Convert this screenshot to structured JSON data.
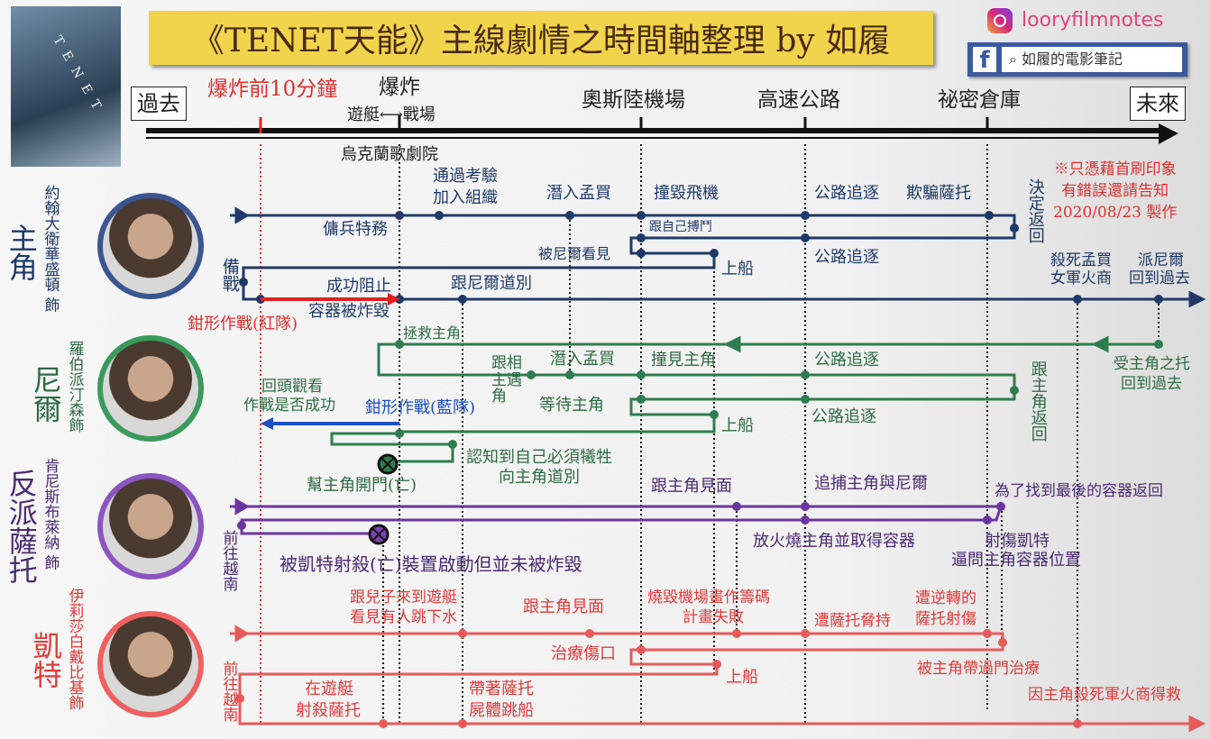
{
  "title": "《TENET天能》主線劇情之時間軸整理  by 如履",
  "poster_text": "TENET",
  "social": {
    "instagram": "looryfilmnotes",
    "facebook_search": "如履的電影筆記"
  },
  "note": [
    "※只憑藉首刷印象",
    "有錯誤還請告知",
    "2020/08/23 製作"
  ],
  "timeline": {
    "past": "過去",
    "future": "未來",
    "before10": "爆炸前10分鐘",
    "explosion": "爆炸",
    "yacht_battle": "遊艇⟷戰場",
    "opera": "烏克蘭歌劇院",
    "oslo": "奧斯陸機場",
    "highway": "高速公路",
    "warehouse": "祕密倉庫"
  },
  "colors": {
    "protagonist": "#1f3a68",
    "neil": "#2e7d4f",
    "sator": "#5b2d8e",
    "kat": "#e85a5a"
  },
  "characters": [
    {
      "role": "主角",
      "actor": "約翰大衛華盛頓 飾"
    },
    {
      "role": "尼爾",
      "actor": "羅伯派汀森飾"
    },
    {
      "role": "反派薩托",
      "actor": "肯尼斯布萊納 飾"
    },
    {
      "role": "凱特",
      "actor": "伊莉莎白戴比基飾"
    }
  ],
  "protagonist": {
    "mercenary": "傭兵特務",
    "pass_test": [
      "通過考驗",
      "加入組織"
    ],
    "mumbai": "潛入孟買",
    "crash": "撞毀飛機",
    "fight_self": "跟自己搏鬥",
    "seen_by_neil": "被尼爾看見",
    "board": "上船",
    "chase1": "公路追逐",
    "deceive": "欺騙薩托",
    "chase2": "公路追逐",
    "return": "決定返回",
    "prepare": "備戰",
    "stop": "成功阻止",
    "bye_neil": "跟尼爾道別",
    "destroyed": "容器被炸毀",
    "pincer_red": "鉗形作戰(紅隊)",
    "kill": [
      "殺死孟買",
      "女軍火商"
    ],
    "send_neil": [
      "派尼爾",
      "回到過去"
    ]
  },
  "neil": {
    "rescue": "拯救主角",
    "meet": [
      "跟相",
      "主遇",
      "角"
    ],
    "mumbai": "潛入孟買",
    "see": "撞見主角",
    "chase1": "公路追逐",
    "wait": "等待主角",
    "board": "上船",
    "chase2": "公路追逐",
    "return": "跟主角返回",
    "entrusted": [
      "受主角之托",
      "回到過去"
    ],
    "lookback": [
      "回頭觀看",
      "作戰是否成功"
    ],
    "pincer_blue": "鉗形作戰(藍隊)",
    "sacrifice": [
      "認知到自己必須犧牲",
      "向主角道別"
    ],
    "door": "幫主角開門(亡)"
  },
  "sator": {
    "meet": "跟主角見面",
    "hunt": "追捕主角與尼爾",
    "return": "為了找到最後的容器返回",
    "fire": "放火燒主角並取得容器",
    "shoot": [
      "射傷凱特",
      "逼問主角容器位置"
    ],
    "killed": "被凱特射殺(亡)裝置啟動但並未被炸毀",
    "vietnam": "前往越南"
  },
  "kat": {
    "yacht_son": [
      "跟兒子來到遊艇",
      "看見有人跳下水"
    ],
    "meet": "跟主角見面",
    "painting": [
      "燒毀機場畫作籌碼",
      "計畫失敗"
    ],
    "hostage": "遭薩托脅持",
    "shot": [
      "遭逆轉的",
      "薩托射傷"
    ],
    "heal": "治療傷口",
    "board": "上船",
    "through_door": "被主角帶過門治療",
    "saved": "因主角殺死軍火商得救",
    "shoot_sator": [
      "在遊艇",
      "射殺薩托"
    ],
    "jump": [
      "帶著薩托",
      "屍體跳船"
    ],
    "vietnam": "前往越南"
  }
}
